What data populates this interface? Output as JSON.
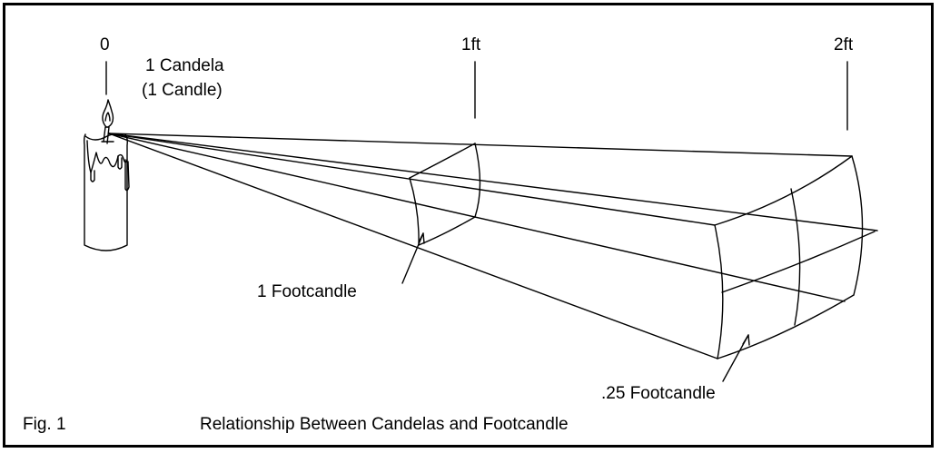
{
  "distance_markers": {
    "zero": "0",
    "one_ft": "1ft",
    "two_ft": "2ft"
  },
  "source": {
    "line1": "1 Candela",
    "line2": "(1 Candle)"
  },
  "surfaces": {
    "near": "1 Footcandle",
    "far": ".25 Footcandle"
  },
  "caption": {
    "figure": "Fig. 1",
    "title": "Relationship Between Candelas and Footcandle"
  },
  "colors": {
    "ink": "#000000",
    "background": "#ffffff"
  }
}
